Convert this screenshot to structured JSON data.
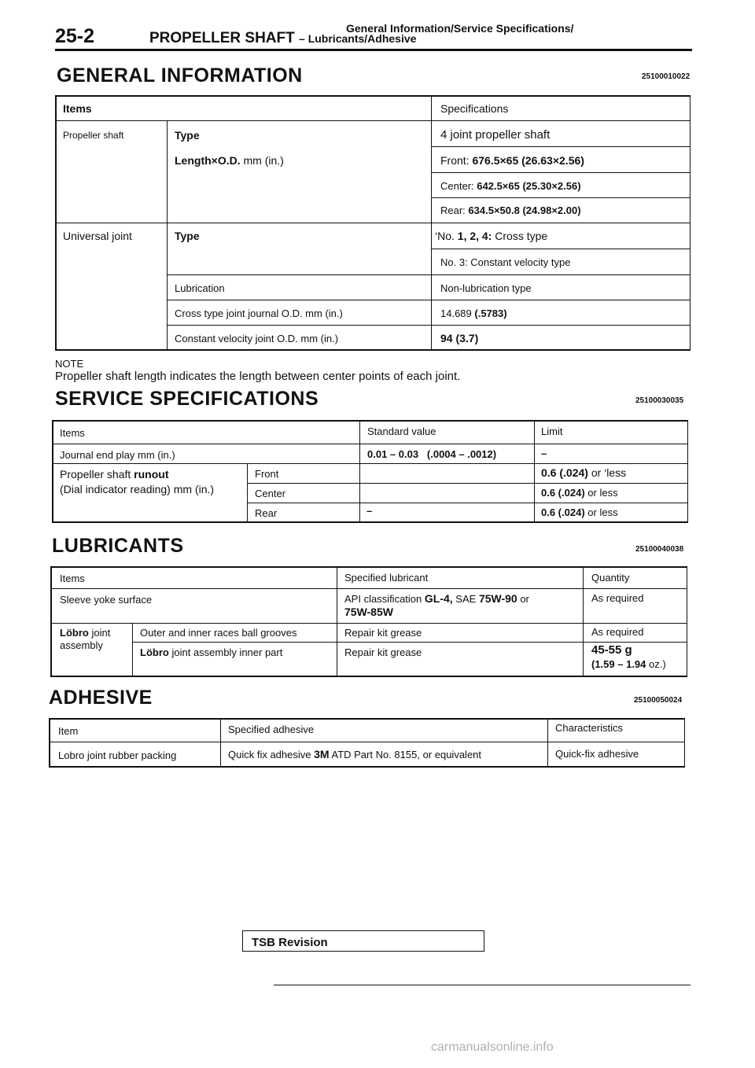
{
  "header": {
    "page_number": "25-2",
    "subtitle_line": "General Information/Service Specifications/",
    "main_title": "PROPELLER SHAFT",
    "main_title_suffix": "Lubricants/Adhesive"
  },
  "general_information": {
    "title": "GENERAL INFORMATION",
    "code": "25100010022",
    "headers": {
      "items": "Items",
      "specifications": "Specifications"
    },
    "propeller_shaft": {
      "label": "Propeller shaft",
      "type_label": "Type",
      "type_value": "4 joint propeller shaft",
      "length_label": "Length×O.D.",
      "length_unit": "mm (in.)",
      "front_label": "Front:",
      "front_value": "676.5×65 (26.63×2.56)",
      "center_label": "Center:",
      "center_value": "642.5×65 (25.30×2.56)",
      "rear_label": "Rear:",
      "rear_value": "634.5×50.8 (24.98×2.00)"
    },
    "universal_joint": {
      "label": "Universal joint",
      "type_label": "Type",
      "type_prefix": "‘No.",
      "type_nums": "1, 2, 4:",
      "type_value1": "Cross type",
      "type_value2": "No. 3: Constant velocity type",
      "lubrication_label": "Lubrication",
      "lubrication_value": "Non-lubrication type",
      "cross_label": "Cross type joint journal O.D. mm (in.)",
      "cross_value_a": "14.689",
      "cross_value_b": "(.5783)",
      "cv_label": "Constant velocity joint O.D. mm (in.)",
      "cv_value": "94 (3.7)"
    },
    "note_label": "NOTE",
    "note_text": "Propeller shaft length indicates the length between center points of each joint."
  },
  "service_specifications": {
    "title": "SERVICE SPECIFICATIONS",
    "code": "25100030035",
    "headers": {
      "items": "Items",
      "standard": "Standard value",
      "limit": "Limit"
    },
    "journal": {
      "label": "Journal end play mm (in.)",
      "standard": "0.01 – 0.03   (.0004 – .0012)",
      "limit": "–"
    },
    "runout": {
      "label_line1": "Propeller shaft",
      "label_runout": "runout",
      "label_line2": "(Dial indicator reading) mm (in.)",
      "front": "Front",
      "front_limit_a": "0.6 (.024)",
      "front_limit_b": "or ‘less",
      "center": "Center",
      "center_limit_a": "0.6 (.024)",
      "center_limit_b": "or less",
      "rear": "Rear",
      "rear_standard": "–",
      "rear_limit_a": "0.6 (.024)",
      "rear_limit_b": "or less"
    }
  },
  "lubricants": {
    "title": "LUBRICANTS",
    "code": "25100040038",
    "headers": {
      "items": "Items",
      "lubricant": "Specified lubricant",
      "quantity": "Quantity"
    },
    "sleeve": {
      "label": "Sleeve yoke surface",
      "lub_a": "API classification",
      "lub_b": "GL-4,",
      "lub_c": "SAE",
      "lub_d": "75W-90",
      "lub_e": "or",
      "lub_f": "75W-85W",
      "quantity": "As required"
    },
    "lobro": {
      "label_a": "Löbro",
      "label_b": "joint",
      "label_c": "assembly",
      "outer_label": "Outer and inner races ball grooves",
      "outer_lub": "Repair kit grease",
      "outer_qty": "As required",
      "inner_label_a": "Löbro",
      "inner_label_b": "joint assembly inner part",
      "inner_lub": "Repair kit grease",
      "inner_qty_a": "45-55 g",
      "inner_qty_b": "(1.59 – 1.94",
      "inner_qty_c": "oz.)"
    }
  },
  "adhesive": {
    "title": "ADHESIVE",
    "code": "25100050024",
    "headers": {
      "item": "Item",
      "adhesive": "Specified adhesive",
      "characteristics": "Characteristics"
    },
    "row": {
      "item": "Lobro joint rubber packing",
      "adh_a": "Quick fix adhesive",
      "adh_b": "3M",
      "adh_c": "ATD Part No. 8155, or equivalent",
      "characteristics": "Quick-fix adhesive"
    }
  },
  "footer": {
    "tsb_label": "TSB Revision",
    "watermark": "carmanualsonline.info"
  }
}
